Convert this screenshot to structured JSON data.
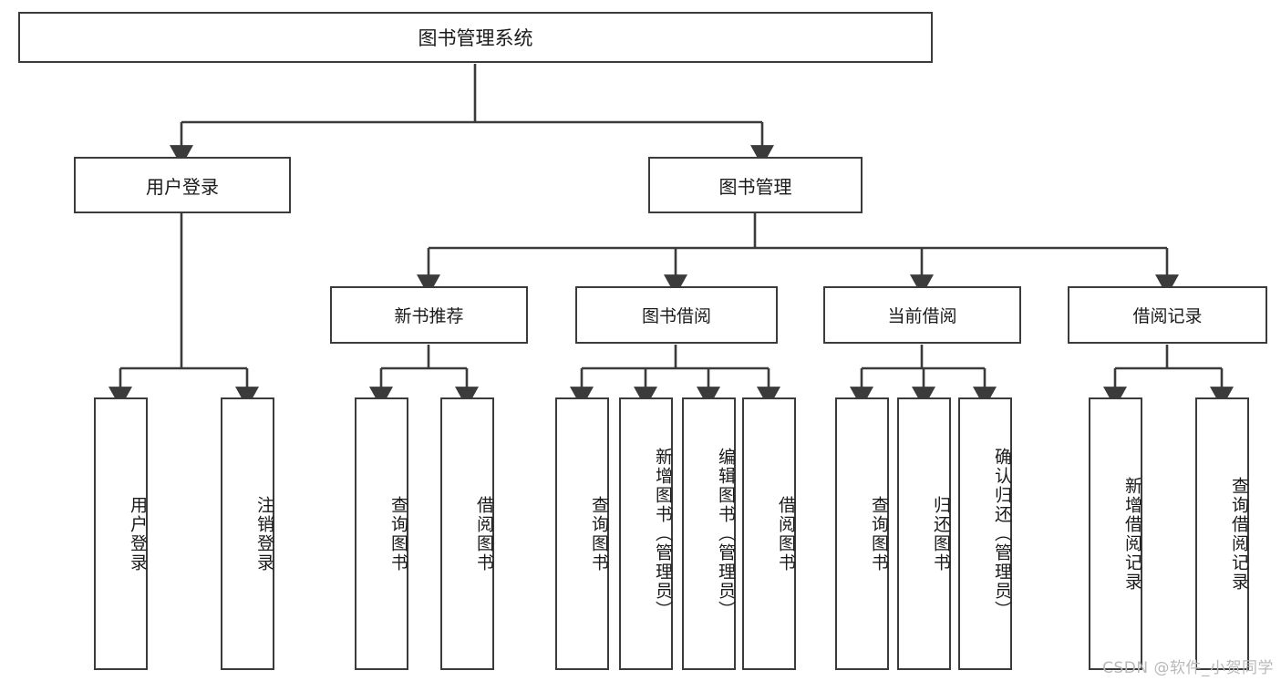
{
  "diagram": {
    "type": "tree",
    "title": "图书管理系统",
    "orientation": "top-down",
    "colors": {
      "box_border": "#3b3b3b",
      "box_fill": "#ffffff",
      "edge": "#3b3b3b",
      "text": "#1a1a1a",
      "watermark": "#b9b9b9",
      "background": "#ffffff"
    },
    "nodes": {
      "root": {
        "label": "图书管理系统"
      },
      "level2": [
        {
          "id": "user-login",
          "label": "用户登录"
        },
        {
          "id": "book-manage",
          "label": "图书管理"
        }
      ],
      "level3": [
        {
          "id": "new-book-recommend",
          "label": "新书推荐"
        },
        {
          "id": "book-borrow",
          "label": "图书借阅"
        },
        {
          "id": "current-borrow",
          "label": "当前借阅"
        },
        {
          "id": "borrow-record",
          "label": "借阅记录"
        }
      ],
      "leaves": [
        {
          "id": "leaf-user-login",
          "label": "用户登录",
          "parent": "user-login"
        },
        {
          "id": "leaf-user-logout",
          "label": "注销登录",
          "parent": "user-login"
        },
        {
          "id": "leaf-query-book-1",
          "label": "查询图书",
          "parent": "new-book-recommend"
        },
        {
          "id": "leaf-borrow-book-1",
          "label": "借阅图书",
          "parent": "new-book-recommend"
        },
        {
          "id": "leaf-query-book-2",
          "label": "查询图书",
          "parent": "book-borrow"
        },
        {
          "id": "leaf-add-book",
          "label": "新增图书（管理员）",
          "parent": "book-borrow"
        },
        {
          "id": "leaf-edit-book",
          "label": "编辑图书（管理员）",
          "parent": "book-borrow"
        },
        {
          "id": "leaf-borrow-book-2",
          "label": "借阅图书",
          "parent": "book-borrow"
        },
        {
          "id": "leaf-query-book-3",
          "label": "查询图书",
          "parent": "current-borrow"
        },
        {
          "id": "leaf-return-book",
          "label": "归还图书",
          "parent": "current-borrow"
        },
        {
          "id": "leaf-confirm-return",
          "label": "确认归还（管理员）",
          "parent": "current-borrow"
        },
        {
          "id": "leaf-add-record",
          "label": "新增借阅记录",
          "parent": "borrow-record"
        },
        {
          "id": "leaf-query-record",
          "label": "查询借阅记录",
          "parent": "borrow-record"
        }
      ]
    },
    "watermark": "CSDN @软件_小贺同学"
  }
}
